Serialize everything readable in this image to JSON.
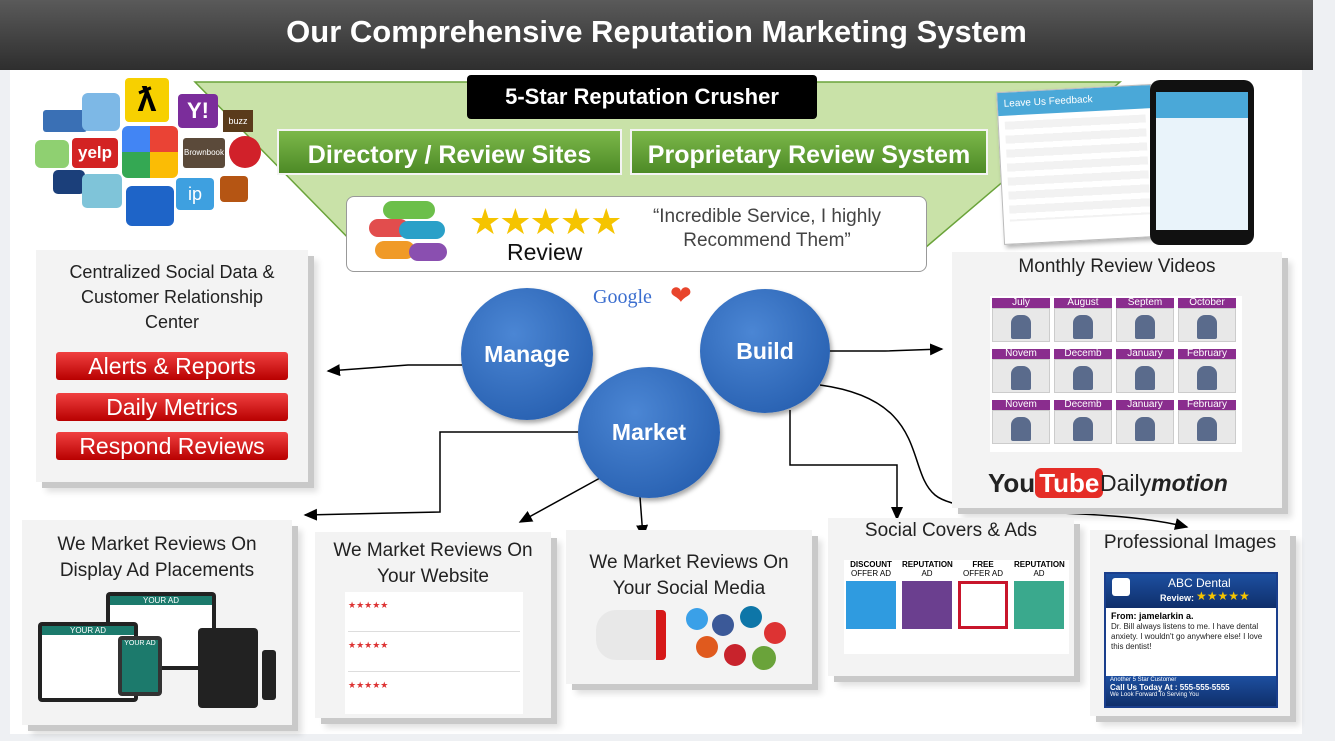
{
  "header": {
    "title": "Our Comprehensive Reputation Marketing System"
  },
  "top": {
    "crusher_label": "5-Star Reputation Crusher",
    "directory_label": "Directory / Review Sites",
    "proprietary_label": "Proprietary Review System"
  },
  "review_box": {
    "stars": "★★★★★",
    "review_label": "Review",
    "quote": "“Incredible Service, I highly Recommend Them”"
  },
  "logos": {
    "yelp": "yelp",
    "google_heart": "Google"
  },
  "feedback_form": {
    "title": "Leave Us Feedback"
  },
  "crm_panel": {
    "title": "Centralized Social Data & Customer Relationship Center",
    "buttons": [
      "Alerts & Reports",
      "Daily Metrics",
      "Respond Reviews"
    ]
  },
  "circles": {
    "manage": "Manage",
    "build": "Build",
    "market": "Market"
  },
  "videos": {
    "title": "Monthly Review Videos",
    "months": [
      "July",
      "August",
      "Septem",
      "October",
      "Novem",
      "Decemb",
      "January",
      "February",
      "Novem",
      "Decemb",
      "January",
      "February"
    ],
    "youtube": "You",
    "youtube_tube": "Tube",
    "dailymotion_a": "Daily",
    "dailymotion_b": "motion"
  },
  "display_ads": {
    "title": "We Market Reviews On Display Ad Placements",
    "your_ad": "YOUR AD"
  },
  "website": {
    "title": "We Market Reviews On Your Website"
  },
  "social_media": {
    "title": "We Market Reviews On Your Social Media"
  },
  "social_covers": {
    "title": "Social Covers & Ads",
    "ads": [
      {
        "top": "DISCOUNT",
        "bottom": "OFFER AD",
        "color": "#2f9be0"
      },
      {
        "top": "REPUTATION",
        "bottom": "AD",
        "color": "#6b3f8f"
      },
      {
        "top": "FREE",
        "bottom": "OFFER AD",
        "color": "#c8152b"
      },
      {
        "top": "REPUTATION",
        "bottom": "AD",
        "color": "#3aa98d"
      }
    ]
  },
  "professional_images": {
    "title": "Professional Images",
    "business": "ABC Dental",
    "review_label": "Review:",
    "stars": "★★★★★",
    "from": "From: jamelarkin a.",
    "body": "Dr. Bill always listens to me. I have dental anxiety. I wouldn't go anywhere else! I love this dentist!",
    "customer": "Another 5 Star Customer",
    "call": "Call Us Today At : 555-555-5555",
    "forward": "We Look Forward To Serving You"
  },
  "colors": {
    "green": "#5e9c32",
    "red": "#d61818",
    "blue": "#2a64b8",
    "header": "#3a3a3a"
  }
}
